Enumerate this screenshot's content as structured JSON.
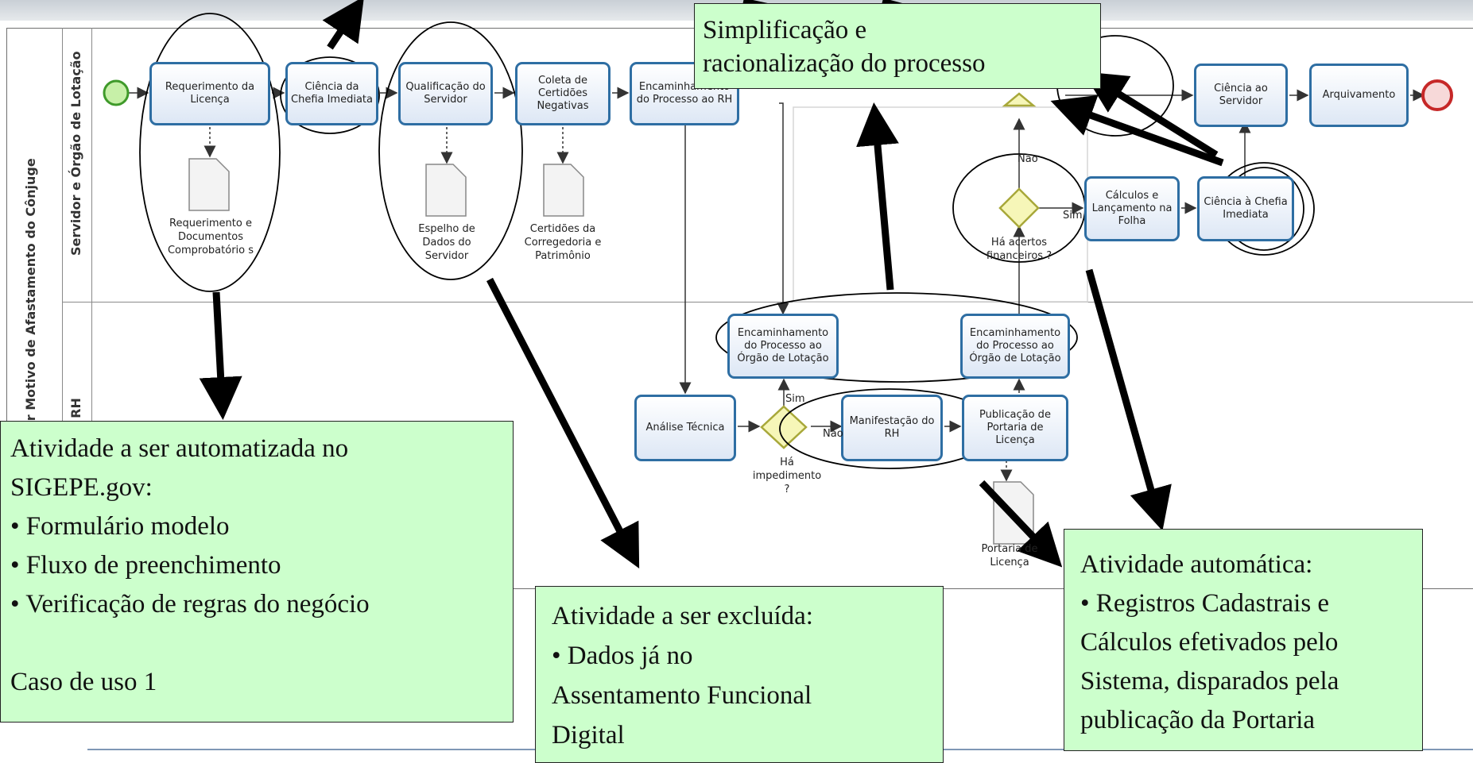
{
  "pool": {
    "title": "por Motivo de Afastamento do Cônjuge",
    "lanes": [
      "Servidor e Órgão de Lotação",
      "RH"
    ]
  },
  "tasks": {
    "requerimento": "Requerimento da Licença",
    "ciencia_chefia": "Ciência da Chefia Imediata",
    "qualificacao": "Qualificação do Servidor",
    "coleta": "Coleta de Certidões Negativas",
    "encaminhamento_rh": "Encaminhamento do Processo ao RH",
    "ciencia_servidor": "Ciência ao Servidor",
    "arquivamento": "Arquivamento",
    "calculos": "Cálculos e Lançamento na Folha",
    "ciencia_chefia_2": "Ciência à Chefia Imediata",
    "encaminhamento_orgao_1": "Encaminhamento do Processo ao Órgão de Lotação",
    "encaminhamento_orgao_2": "Encaminhamento do Processo ao Órgão de Lotação",
    "analise": "Análise Técnica",
    "manifestacao": "Manifestação do RH",
    "publicacao": "Publicação de Portaria de Licença"
  },
  "documents": {
    "requerimento_docs": "Requerimento e Documentos Comprobatório s",
    "espelho": "Espelho de Dados do Servidor",
    "certidoes": "Certidões da Corregedoria e Patrimônio",
    "portaria": "Portaria de Licença"
  },
  "gateways": {
    "acertos": "Há acertos financeiros ?",
    "impedimento": "Há impedimento ?"
  },
  "flow_labels": {
    "nao_top": "Não",
    "sim_calc": "Sim",
    "sim_imped": "Sim",
    "nao_imped": "Não"
  },
  "callouts": {
    "simplificacao": [
      "Simplificação e",
      "racionalização do processo"
    ],
    "automatizada": [
      "Atividade a ser automatizada no",
      "SIGEPE.gov:",
      "• Formulário modelo",
      "• Fluxo de preenchimento",
      "• Verificação de regras do negócio",
      "",
      "Caso de uso 1"
    ],
    "excluida": [
      "Atividade a ser excluída:",
      "• Dados já no",
      "Assentamento Funcional",
      "Digital"
    ],
    "automatica": [
      "Atividade automática:",
      "• Registros Cadastrais e",
      "Cálculos efetivados pelo",
      "Sistema, disparados pela",
      "publicação da Portaria"
    ]
  },
  "colors": {
    "callout_bg": "#ccffcc",
    "task_border": "#2e6ea3",
    "start_event": "#66cc33",
    "end_event": "#cc3333",
    "gateway": "#e9e96a"
  }
}
